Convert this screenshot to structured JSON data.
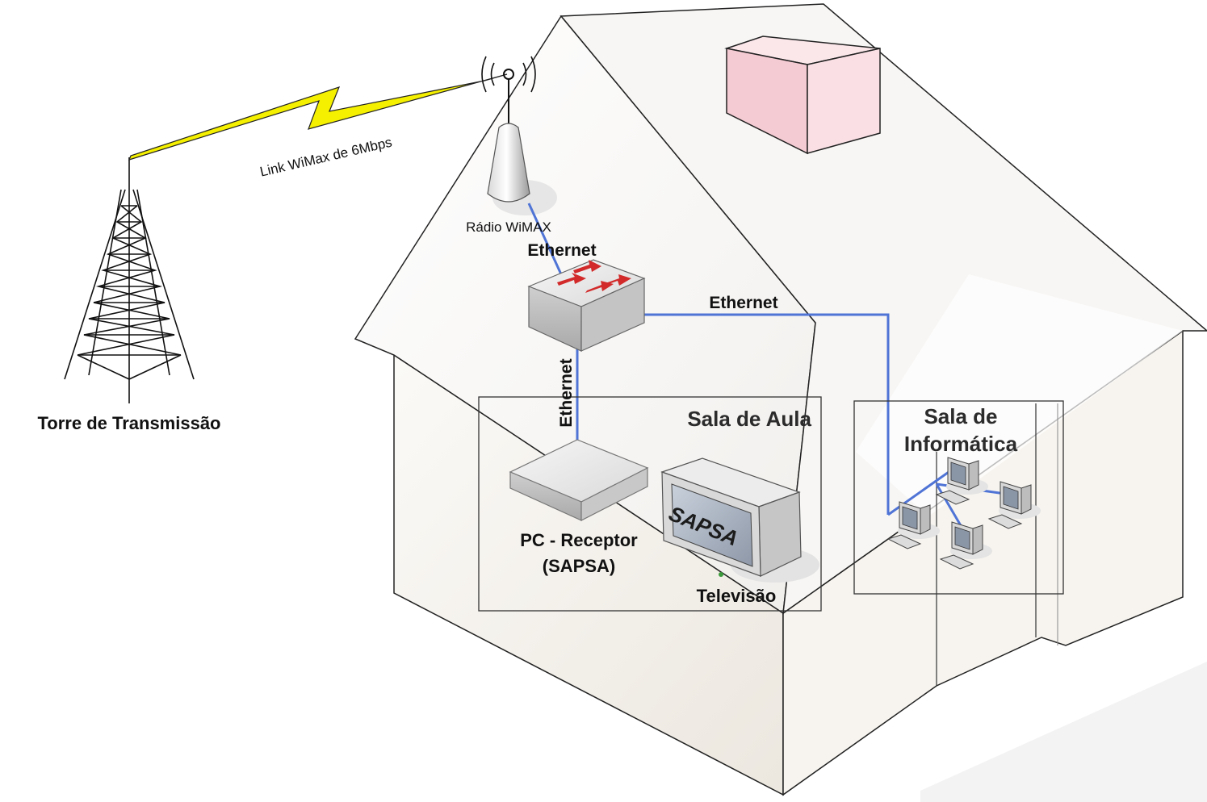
{
  "labels": {
    "tower": "Torre de Transmissão",
    "link": "Link WiMax de 6Mbps",
    "radio": "Rádio WiMAX",
    "ethernet_top": "Ethernet",
    "ethernet_right": "Ethernet",
    "ethernet_vertical": "Ethernet",
    "room_classroom": "Sala de Aula",
    "room_lab_line1": "Sala de",
    "room_lab_line2": "Informática",
    "pc_line1": "PC - Receptor",
    "pc_line2": "(SAPSA)",
    "tv_screen": "SAPSA",
    "tv": "Televisão"
  },
  "colors": {
    "ethernet_line": "#4f74d6",
    "lightning": "#f4f000",
    "chimney": "#f7d3d9",
    "switch_arrows": "#d22a2a",
    "house_wall": "#f4f1ec"
  },
  "icons": [
    "transmission-tower-icon",
    "lightning-bolt-icon",
    "wimax-antenna-icon",
    "network-switch-icon",
    "receiver-pc-icon",
    "television-icon",
    "workstation-icon"
  ]
}
